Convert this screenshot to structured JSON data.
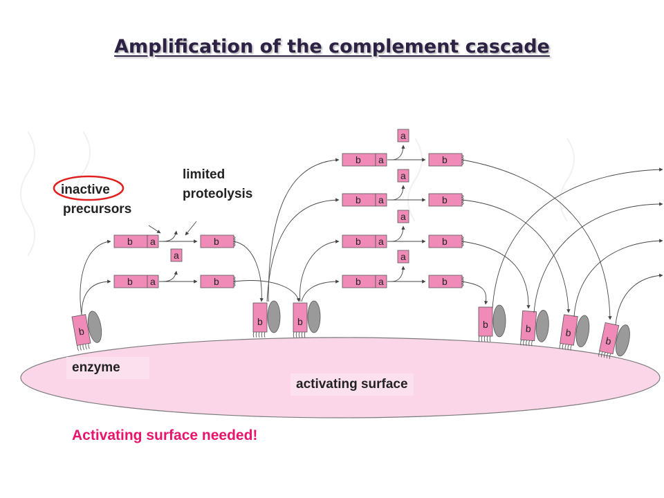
{
  "title": "Amplification of the complement cascade",
  "labels": {
    "inactive": "inactive",
    "precursors": "precursors",
    "limited": "limited",
    "proteolysis": "proteolysis",
    "enzyme": "enzyme",
    "surface": "activating surface"
  },
  "box_letters": {
    "b": "b",
    "a": "a"
  },
  "note": "Activating surface needed!",
  "colors": {
    "fragment": "#f08bb8",
    "gray": "#9a9a9a",
    "accent": "#e8146b",
    "highlight": "#e02020",
    "surface": "#fad6e8"
  }
}
